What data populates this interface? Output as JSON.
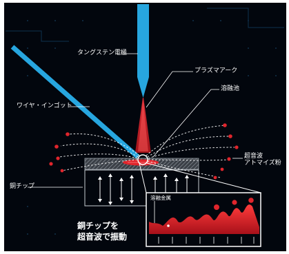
{
  "labels": {
    "tungsten_electrode": "タングステン電極",
    "plasma_arc": "プラズマアーク",
    "molten_pool": "溶融池",
    "wire_ingot": "ワイヤ・インゴット",
    "ultrasonic_atomized_powder": "超音波\nアトマイズ粉",
    "copper_chip": "銅チップ",
    "molten_metal": "溶融金属",
    "caption": "銅チップを\n超音波で振動"
  },
  "colors": {
    "background": "#02060d",
    "electrode_blue": "#27a6df",
    "arc_red": "#d81f26",
    "leader_white": "#ffffff",
    "droplet_red": "#e0252c",
    "grid_dots": "#1a4a6e"
  },
  "icons": {
    "ultrasonic_vibration": "up-down-arrows",
    "zoom_circle": "magnifier-circle"
  }
}
